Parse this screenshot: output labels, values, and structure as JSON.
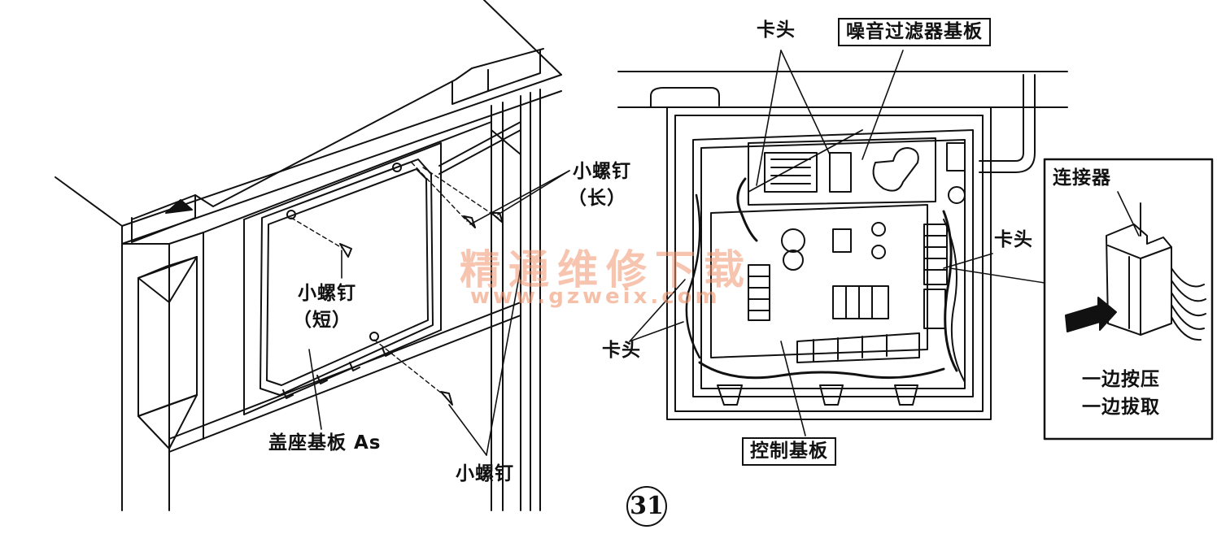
{
  "left_view": {
    "screw_long": {
      "line1": "小螺钉",
      "line2": "（长）"
    },
    "screw_short": {
      "line1": "小螺钉",
      "line2": "（短）"
    },
    "base_plate": "盖座基板 As",
    "screw": "小螺钉"
  },
  "right_view": {
    "clip_top": "卡头",
    "noise_filter_board": "噪音过滤器基板",
    "clip_right": "卡头",
    "clip_left": "卡头",
    "control_board": "控制基板"
  },
  "connector_inset": {
    "title": "连接器",
    "instruction_1": "一边按压",
    "instruction_2": "一边拔取"
  },
  "watermark": {
    "cn": "精通维修下载",
    "url": "www.gzweix.com"
  },
  "figure_number": "31"
}
